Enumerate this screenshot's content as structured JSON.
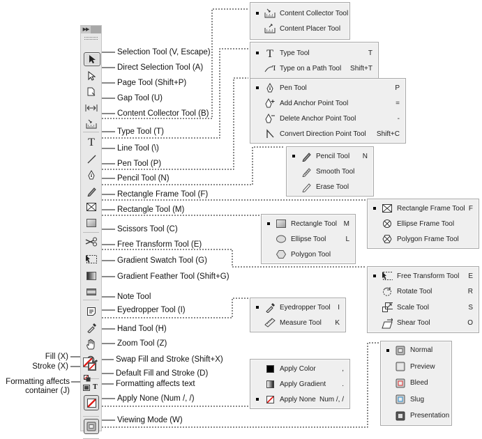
{
  "toolbar": {
    "collapse_icon": "double-arrow-icon",
    "tools": [
      {
        "id": "selection",
        "icon": "arrow-icon",
        "label": "Selection Tool  (V, Escape)",
        "selected": true
      },
      {
        "id": "direct-selection",
        "icon": "hollow-arrow-icon",
        "label": "Direct Selection Tool  (A)"
      },
      {
        "id": "page",
        "icon": "page-icon",
        "label": "Page Tool (Shift+P)"
      },
      {
        "id": "gap",
        "icon": "gap-icon",
        "label": "Gap Tool (U)"
      },
      {
        "id": "content-collector",
        "icon": "content-collector-icon",
        "label": "Content Collector Tool (B)"
      },
      {
        "id": "type",
        "icon": "type-icon",
        "label": "Type Tool (T)"
      },
      {
        "id": "line",
        "icon": "line-icon",
        "label": "Line Tool (\\)"
      },
      {
        "id": "pen",
        "icon": "pen-icon",
        "label": "Pen Tool (P)"
      },
      {
        "id": "pencil",
        "icon": "pencil-icon",
        "label": "Pencil Tool (N)"
      },
      {
        "id": "rectangle-frame",
        "icon": "rectangle-frame-icon",
        "label": "Rectangle Frame Tool (F)"
      },
      {
        "id": "rectangle",
        "icon": "rectangle-icon",
        "label": "Rectangle Tool (M)"
      },
      {
        "id": "scissors",
        "icon": "scissors-icon",
        "label": "Scissors Tool (C)"
      },
      {
        "id": "free-transform",
        "icon": "free-transform-icon",
        "label": "Free Transform Tool (E)"
      },
      {
        "id": "gradient-swatch",
        "icon": "gradient-swatch-icon",
        "label": "Gradient Swatch Tool (G)"
      },
      {
        "id": "gradient-feather",
        "icon": "gradient-feather-icon",
        "label": "Gradient Feather Tool (Shift+G)"
      },
      {
        "id": "note",
        "icon": "note-icon",
        "label": "Note Tool"
      },
      {
        "id": "eyedropper",
        "icon": "eyedropper-icon",
        "label": "Eyedropper Tool (I)"
      },
      {
        "id": "hand",
        "icon": "hand-icon",
        "label": "Hand Tool (H)"
      },
      {
        "id": "zoom",
        "icon": "magnifier-icon",
        "label": "Zoom Tool (Z)"
      }
    ],
    "fill_stroke": {
      "fill_label": "Fill (X)",
      "stroke_label": "Stroke (X)",
      "swap_label": "Swap Fill and Stroke (Shift+X)",
      "default_label": "Default Fill and Stroke (D)",
      "container_label_line1": "Formatting affects",
      "container_label_line2": "container (J)",
      "text_label": "Formatting affects text",
      "apply_none_label": "Apply None (Num /, /)",
      "viewing_mode_label": "Viewing Mode (W)"
    }
  },
  "popups": {
    "content": [
      {
        "label": "Content Collector Tool",
        "key": "",
        "active": true,
        "icon": "content-collector-icon"
      },
      {
        "label": "Content Placer Tool",
        "key": "",
        "active": false,
        "icon": "content-placer-icon"
      }
    ],
    "type": [
      {
        "label": "Type Tool",
        "key": "T",
        "active": true,
        "icon": "type-icon"
      },
      {
        "label": "Type on a Path Tool",
        "key": "Shift+T",
        "active": false,
        "icon": "type-on-path-icon"
      }
    ],
    "pen": [
      {
        "label": "Pen Tool",
        "key": "P",
        "active": true,
        "icon": "pen-icon"
      },
      {
        "label": "Add Anchor Point Tool",
        "key": "=",
        "active": false,
        "icon": "add-anchor-icon"
      },
      {
        "label": "Delete Anchor Point Tool",
        "key": "-",
        "active": false,
        "icon": "delete-anchor-icon"
      },
      {
        "label": "Convert Direction Point Tool",
        "key": "Shift+C",
        "active": false,
        "icon": "convert-direction-icon"
      }
    ],
    "pencil": [
      {
        "label": "Pencil Tool",
        "key": "N",
        "active": true,
        "icon": "pencil-icon"
      },
      {
        "label": "Smooth Tool",
        "key": "",
        "active": false,
        "icon": "smooth-icon"
      },
      {
        "label": "Erase Tool",
        "key": "",
        "active": false,
        "icon": "erase-icon"
      }
    ],
    "frame": [
      {
        "label": "Rectangle Frame Tool",
        "key": "F",
        "active": true,
        "icon": "rectangle-frame-icon"
      },
      {
        "label": "Ellipse Frame Tool",
        "key": "",
        "active": false,
        "icon": "ellipse-frame-icon"
      },
      {
        "label": "Polygon Frame Tool",
        "key": "",
        "active": false,
        "icon": "polygon-frame-icon"
      }
    ],
    "shape": [
      {
        "label": "Rectangle Tool",
        "key": "M",
        "active": true,
        "icon": "rectangle-icon"
      },
      {
        "label": "Ellipse Tool",
        "key": "L",
        "active": false,
        "icon": "ellipse-icon"
      },
      {
        "label": "Polygon Tool",
        "key": "",
        "active": false,
        "icon": "polygon-icon"
      }
    ],
    "transform": [
      {
        "label": "Free Transform Tool",
        "key": "E",
        "active": true,
        "icon": "free-transform-icon"
      },
      {
        "label": "Rotate Tool",
        "key": "R",
        "active": false,
        "icon": "rotate-icon"
      },
      {
        "label": "Scale Tool",
        "key": "S",
        "active": false,
        "icon": "scale-icon"
      },
      {
        "label": "Shear Tool",
        "key": "O",
        "active": false,
        "icon": "shear-icon"
      }
    ],
    "eyedropper": [
      {
        "label": "Eyedropper Tool",
        "key": "I",
        "active": true,
        "icon": "eyedropper-icon"
      },
      {
        "label": "Measure Tool",
        "key": "K",
        "active": false,
        "icon": "measure-icon"
      }
    ],
    "apply": [
      {
        "label": "Apply Color",
        "key": ",",
        "active": false,
        "icon": "apply-color-icon"
      },
      {
        "label": "Apply Gradient",
        "key": ".",
        "active": false,
        "icon": "apply-gradient-icon"
      },
      {
        "label": "Apply None",
        "key": "Num /, /",
        "active": true,
        "icon": "apply-none-icon"
      }
    ],
    "view": [
      {
        "label": "Normal",
        "key": "",
        "active": true,
        "icon": "view-normal-icon"
      },
      {
        "label": "Preview",
        "key": "",
        "active": false,
        "icon": "view-preview-icon"
      },
      {
        "label": "Bleed",
        "key": "",
        "active": false,
        "icon": "view-bleed-icon"
      },
      {
        "label": "Slug",
        "key": "",
        "active": false,
        "icon": "view-slug-icon"
      },
      {
        "label": "Presentation",
        "key": "",
        "active": false,
        "icon": "view-presentation-icon"
      }
    ]
  },
  "colors": {
    "none_red": "#e0201c",
    "bleed_red": "#d33",
    "slug_blue": "#2a8fd0",
    "panel_bg": "#efefef",
    "toolbar_bg": "#e8e8e8"
  }
}
